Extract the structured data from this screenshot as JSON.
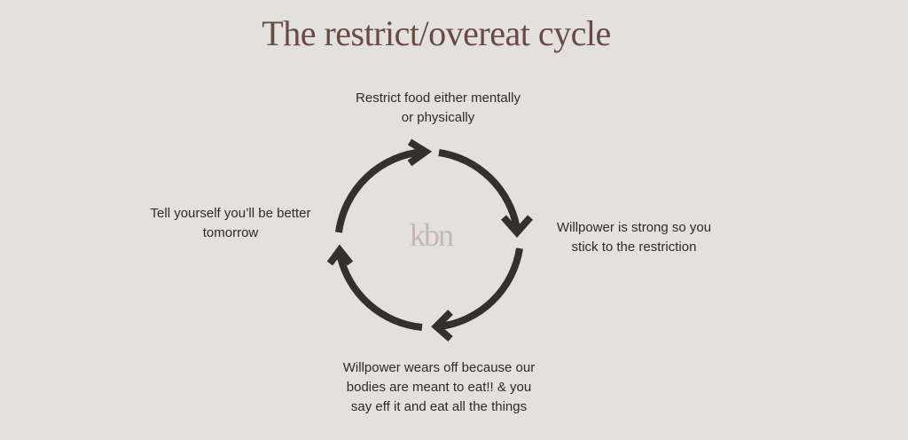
{
  "title": "The restrict/overeat cycle",
  "logo": "kbn",
  "colors": {
    "background": "#e3e1dd",
    "title": "#6b4a44",
    "arrows": "#34302c",
    "logo": "#c7b7ae"
  },
  "cycle": {
    "steps": [
      {
        "text": "Restrict food either mentally\nor physically"
      },
      {
        "text": "Willpower is strong so you\nstick to the restriction"
      },
      {
        "text": "Willpower wears off because our\nbodies are meant to eat!! & you\nsay eff it and eat all the things"
      },
      {
        "text": "Tell yourself you’ll be better\ntomorrow"
      }
    ]
  }
}
